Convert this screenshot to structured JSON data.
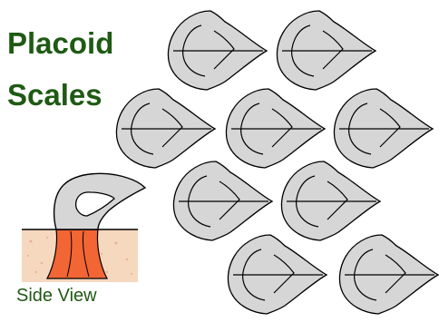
{
  "title_lines": [
    "Placoid",
    "Scales"
  ],
  "caption": "Side View",
  "colors": {
    "title_text": "#1f5a14",
    "scale_fill": "#d6d6d6",
    "outline": "#000000",
    "tissue": "#f6d8bf",
    "root": "#f26535"
  }
}
